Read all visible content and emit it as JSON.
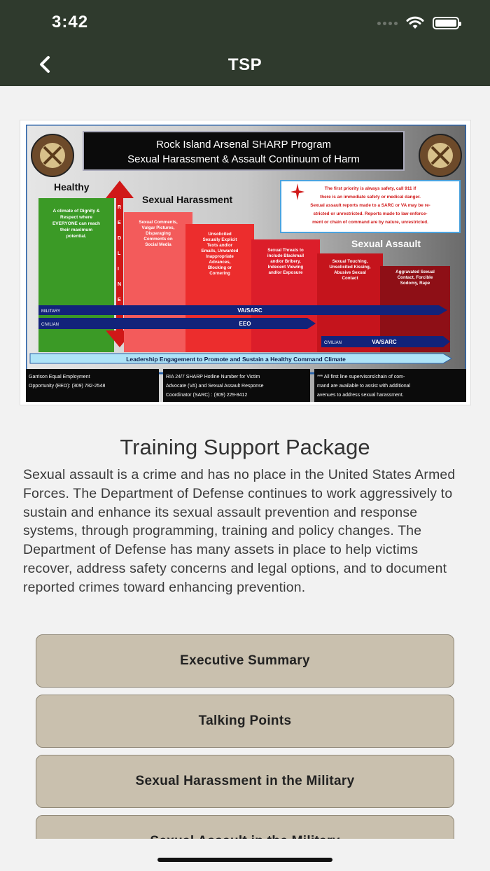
{
  "status_bar": {
    "time": "3:42"
  },
  "nav": {
    "title": "TSP",
    "back_icon": "chevron-left-icon"
  },
  "poster": {
    "title_line1": "Rock Island Arsenal SHARP Program",
    "title_line2": "Sexual Harassment & Assault Continuum of Harm",
    "healthy_label": "Healthy",
    "healthy_text": [
      "A climate of Dignity &",
      "Respect where",
      "EVERYONE can reach",
      "their maximum",
      "potential."
    ],
    "sexual_harassment_label": "Sexual Harassment",
    "sexual_assault_label": "Sexual Assault",
    "red_line_letters": [
      "R",
      "E",
      "D",
      "L",
      "I",
      "N",
      "E"
    ],
    "safety_note": [
      "The first priority is always safety, call 911 if",
      "there is an immediate safety or medical danger.",
      "Sexual assault reports made to a SARC or VA may be re-",
      "stricted or unrestricted.  Reports made to law enforce-",
      "ment or chain of command are by nature, unrestricted."
    ],
    "steps": [
      [
        "Sexual Comments,",
        "Vulgar Pictures,",
        "Disparaging",
        "Comments on",
        "Social Media"
      ],
      [
        "Unsolicited",
        "Sexually Explicit",
        "Texts and/or",
        "Emails, Unwanted",
        "Inappropriate",
        "Advances,",
        "Blocking or",
        "Cornering"
      ],
      [
        "Sexual Threats to",
        "include Blackmail",
        "and/or Bribery,",
        "Indecent Viewing",
        "and/or Exposure"
      ],
      [
        "Sexual Touching,",
        "Unsolicited Kissing,",
        "Abusive Sexual",
        "Contact"
      ],
      [
        "Aggravated Sexual",
        "Contact, Forcible",
        "Sodomy, Rape"
      ]
    ],
    "arrow_military_side": "MILITARY",
    "arrow_military_label": "VA/SARC",
    "arrow_civilian_side": "CIVILIAN",
    "arrow_civilian_label": "EEO",
    "arrow_civilian2_side": "CIVILIAN",
    "arrow_civilian2_label": "VA/SARC",
    "leadership_banner": "Leadership Engagement to Promote and Sustain a Healthy Command Climate",
    "footer_1": [
      "Garrison Equal Employment",
      "Opportunity (EEO): (309) 782-2548"
    ],
    "footer_2": [
      "RIA 24/7 SHARP Hotline Number for Victim",
      "Advocate (VA) and Sexual Assault Response",
      "Coordinator (SARC) : (309) 229-8412"
    ],
    "footer_3": [
      "*** All first line supervisors/chain of com-",
      "mand are available to assist with additional",
      "avenues to address sexual harassment."
    ]
  },
  "heading": "Training Support Package",
  "body": "Sexual assault is a crime and has no place in the United States Armed Forces. The Department of Defense continues to work aggressively to sustain and enhance its sexual assault prevention and response systems, through programming, training and policy changes. The Department of Defense has many assets in place to help victims recover, address safety concerns and legal options, and to document reported crimes toward enhancing prevention.",
  "buttons": [
    "Executive Summary",
    "Talking Points",
    "Sexual Harassment in the Military",
    "Sexual Assault in the Military"
  ],
  "colors": {
    "header_bg": "#2f3a2d",
    "button_bg": "#c9c0ae",
    "button_border": "#8f8776",
    "page_bg": "#f2f2f2"
  }
}
